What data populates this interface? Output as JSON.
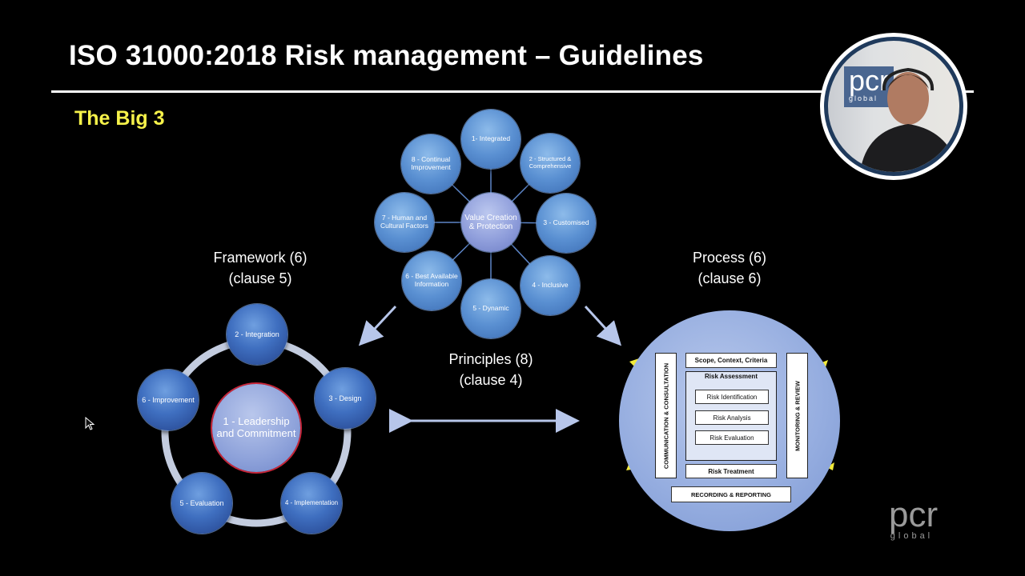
{
  "header": {
    "title": "ISO 31000:2018 Risk management – Guidelines",
    "subtitle": "The Big 3"
  },
  "framework": {
    "caption_line1": "Framework (6)",
    "caption_line2": "(clause 5)",
    "center": "1 - Leadership and Commitment",
    "nodes": [
      "2 - Integration",
      "3 - Design",
      "4 - Implementation",
      "5 - Evaluation",
      "6 - Improvement"
    ]
  },
  "principles": {
    "caption_line1": "Principles (8)",
    "caption_line2": "(clause 4)",
    "center": "Value Creation & Protection",
    "nodes": [
      "1- Integrated",
      "2 - Structured & Comprehensive",
      "3 - Customised",
      "4 - Inclusive",
      "5 - Dynamic",
      "6 - Best Available Information",
      "7 - Human and Cultural Factors",
      "8 - Continual Improvement"
    ]
  },
  "process": {
    "caption_line1": "Process (6)",
    "caption_line2": "(clause 6)",
    "left_bar": "COMMUNICATION & CONSULTATION",
    "right_bar": "MONITORING & REVIEW",
    "scope": "Scope, Context, Criteria",
    "assessment": "Risk Assessment",
    "identification": "Risk Identification",
    "analysis": "Risk Analysis",
    "evaluation": "Risk Evaluation",
    "treatment": "Risk Treatment",
    "recording": "RECORDING & REPORTING"
  },
  "branding": {
    "webcam_logo": "pcr",
    "webcam_logo_sub": "global",
    "corner_logo": "pcr",
    "corner_logo_sub": "global"
  },
  "colors": {
    "background": "#000000",
    "subtitle": "#f6f24a",
    "node_blue": "#3f6fc0",
    "arrow": "#b7c6ea"
  }
}
